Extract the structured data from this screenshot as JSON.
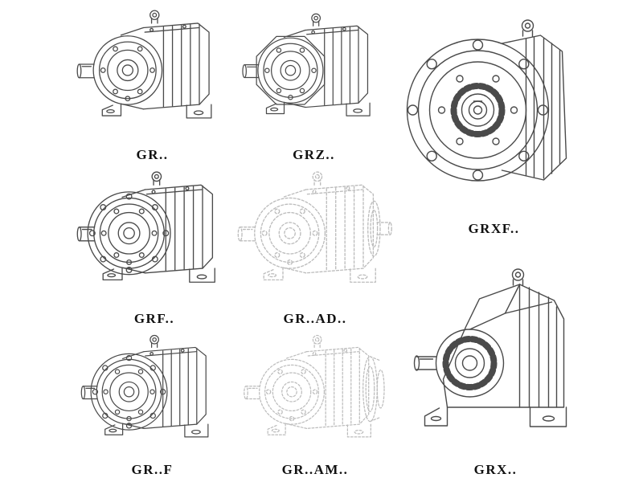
{
  "page": {
    "background": "#ffffff",
    "ink_solid": "#4a4a4a",
    "ink_ghost": "#bcbcbc"
  },
  "items": [
    {
      "label": "GR..",
      "variant": "solid"
    },
    {
      "label": "GRZ..",
      "variant": "solid"
    },
    {
      "label": "GRXF..",
      "variant": "solid"
    },
    {
      "label": "GRF..",
      "variant": "solid"
    },
    {
      "label": "GR..AD..",
      "variant": "ghost"
    },
    {
      "label": "GR..F",
      "variant": "solid"
    },
    {
      "label": "GR..AM..",
      "variant": "ghost"
    },
    {
      "label": "GRX..",
      "variant": "solid"
    }
  ]
}
